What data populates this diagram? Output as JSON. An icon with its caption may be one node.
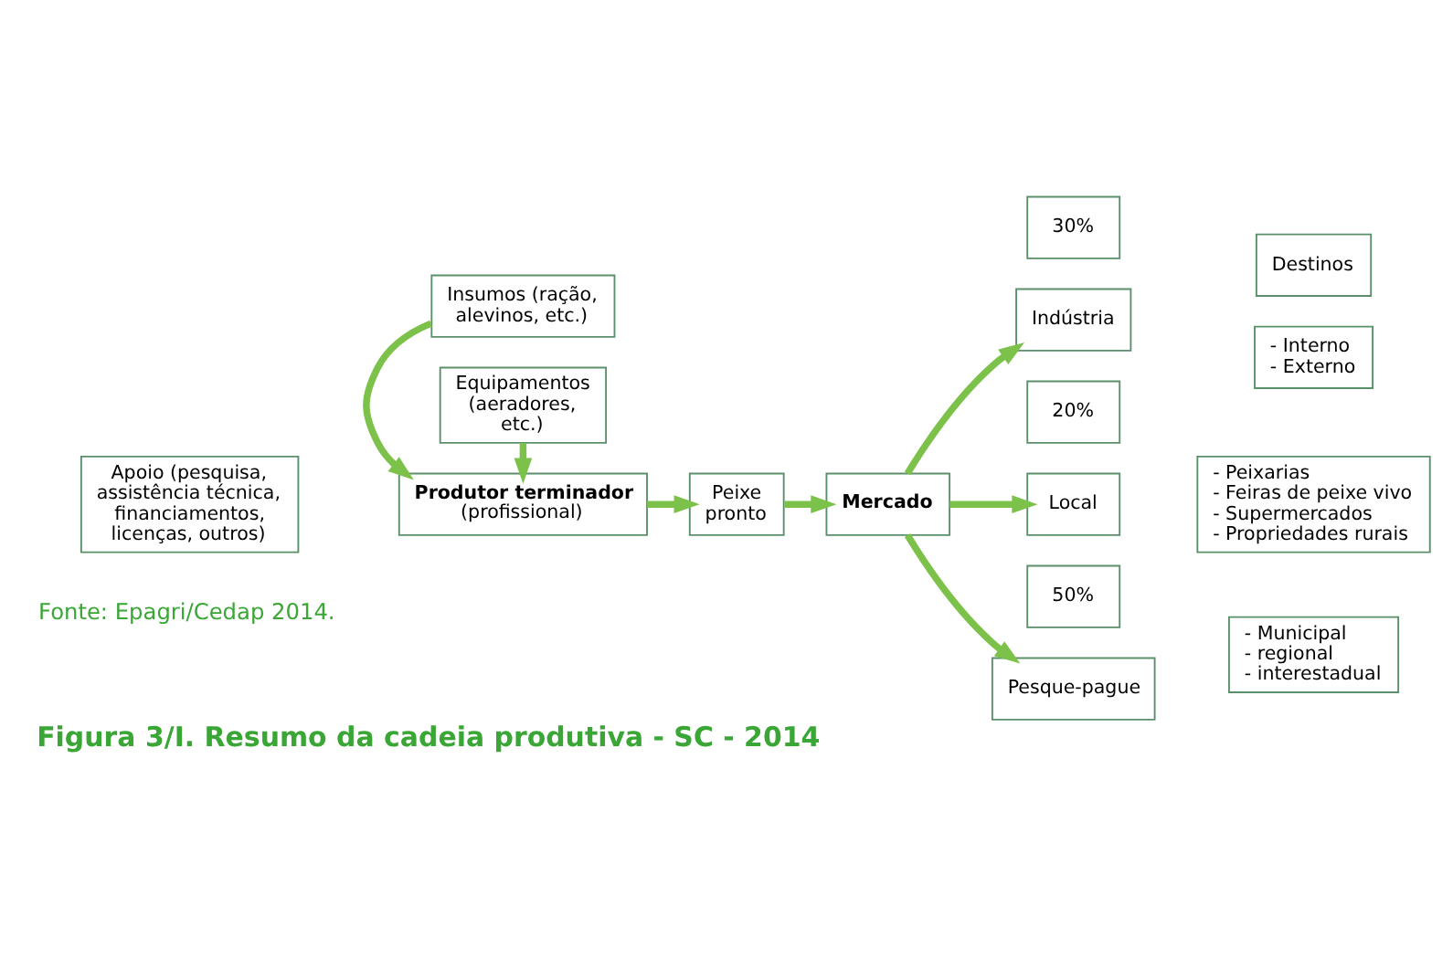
{
  "diagram": {
    "caption": "Figura 3/I. Resumo da cadeia produtiva - SC - 2014",
    "nodes": [
      {
        "text": [
          "Apoio (pesquisa, assistência técnica, financiamentos, licenças, outros)"
        ]
      },
      {
        "text": [
          "Insumos (ração, alevinos, etc.)"
        ]
      },
      {
        "text": [
          "Produtor terminador",
          "(profissional)"
        ]
      },
      {
        "text": [
          "Equipamentos (aeradores, etc.)"
        ]
      },
      {
        "text": [
          "Peixe pronto"
        ]
      },
      {
        "text": [
          "Mercado"
        ]
      },
      {
        "text": [
          "30%"
        ]
      },
      {
        "text": [
          "Indústria"
        ]
      },
      {
        "text": [
          "Destinos"
        ]
      },
      {
        "text": [
          "- Interno",
          "- Externo"
        ]
      },
      {
        "text": [
          "20%"
        ]
      },
      {
        "text": [
          "Local"
        ]
      },
      {
        "text": [
          "- Peixarias",
          "- Feiras de peixe vivo",
          "- Supermercados",
          "- Propriedades rurais"
        ]
      },
      {
        "text": [
          "50%"
        ]
      },
      {
        "text": [
          "Pesque-pague"
        ]
      },
      {
        "text": [
          "- Municipal",
          "- regional",
          "- interestadual"
        ]
      }
    ],
    "edges": [
      {
        "from": 1,
        "to": 2,
        "arrow": "to"
      },
      {
        "from": 3,
        "to": 2,
        "arrow": "to"
      },
      {
        "from": 2,
        "to": 4,
        "arrow": "to"
      },
      {
        "from": 4,
        "to": 5,
        "arrow": "to"
      },
      {
        "from": 5,
        "to": 7,
        "arrow": "to"
      },
      {
        "from": 5,
        "to": 11,
        "arrow": "to"
      },
      {
        "from": 5,
        "to": 14,
        "arrow": "to"
      }
    ],
    "labels": [
      "Fonte: Epagri/Cedap 2014."
    ]
  }
}
